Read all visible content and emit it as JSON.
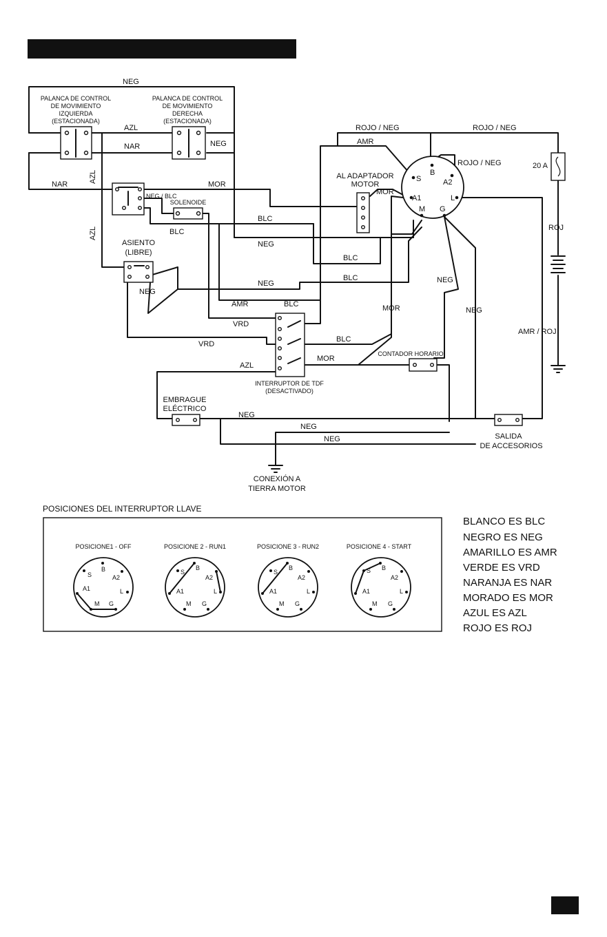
{
  "components": {
    "left_lever": [
      "PALANCA DE CONTROL",
      "DE MOVIMIENTO",
      "IZQUIERDA",
      "(ESTACIONADA)"
    ],
    "right_lever": [
      "PALANCA DE CONTROL",
      "DE MOVIMIENTO",
      "DERECHA",
      "(ESTACIONADA)"
    ],
    "adapter": [
      "AL ADAPTADOR",
      "MOTOR"
    ],
    "fuse": "20 A",
    "solenoid": "SOLENOIDE",
    "solenoid_wire": "NEG / BLC",
    "seat": [
      "ASIENTO",
      "(LIBRE)"
    ],
    "pto_switch": [
      "INTERRUPTOR DE TDF",
      "(DESACTIVADO)"
    ],
    "hour_meter": "CONTADOR HORARIO",
    "clutch": [
      "EMBRAGUE",
      "ELÉCTRICO"
    ],
    "accessory": [
      "SALIDA",
      "DE ACCESORIOS"
    ],
    "ground": [
      "CONEXIÓN A",
      "TIERRA MOTOR"
    ]
  },
  "terminals": {
    "S": "S",
    "B": "B",
    "A2": "A2",
    "A1": "A1",
    "L": "L",
    "M": "M",
    "G": "G"
  },
  "wires": {
    "neg": "NEG",
    "azl": "AZL",
    "nar": "NAR",
    "mor": "MOR",
    "blc": "BLC",
    "amr": "AMR",
    "vrd": "VRD",
    "roj": "ROJ",
    "rojo_neg": "ROJO / NEG",
    "amr_roj": "AMR / ROJ"
  },
  "positions": {
    "title": "POSICIONES DEL INTERRUPTOR LLAVE",
    "labels": [
      "POSICIONE1 - OFF",
      "POSICIONE 2 - RUN1",
      "POSICIONE 3 - RUN2",
      "POSICIONE 4 - START"
    ]
  },
  "legend": [
    "BLANCO ES BLC",
    "NEGRO ES NEG",
    "AMARILLO ES AMR",
    "VERDE ES VRD",
    "NARANJA ES NAR",
    "MORADO ES MOR",
    "AZUL ES AZL",
    "ROJO ES ROJ"
  ]
}
